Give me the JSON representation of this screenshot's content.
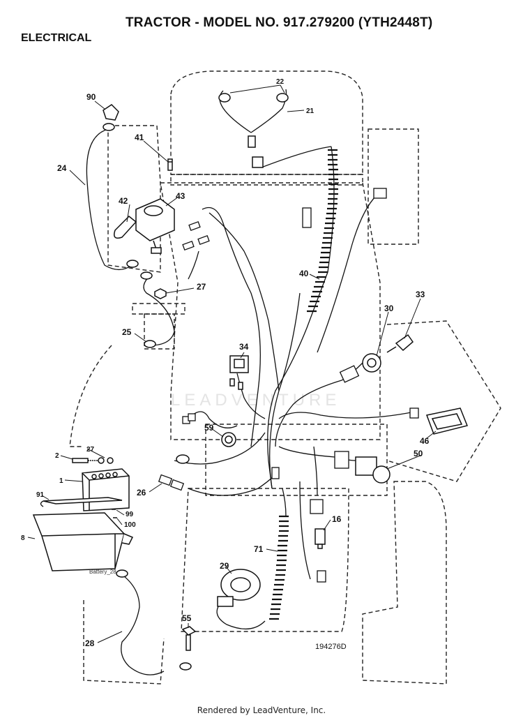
{
  "header": {
    "title": "TRACTOR - MODEL NO. 917.279200 (YTH2448T)",
    "section": "ELECTRICAL"
  },
  "watermark": "LEADVENTURE",
  "drawing_number": "194276D",
  "battery_note": "Battery_28",
  "footer": "Rendered by LeadVenture, Inc.",
  "callouts": {
    "c90": "90",
    "c24": "24",
    "c41": "41",
    "c42": "42",
    "c43": "43",
    "c27a": "27",
    "c25": "25",
    "c22": "22",
    "c21": "21",
    "c40": "40",
    "c34": "34",
    "c30": "30",
    "c33": "33",
    "c59": "59",
    "c46": "46",
    "c50": "50",
    "c2": "2",
    "c27b": "27",
    "c1": "1",
    "c91": "91",
    "c99": "99",
    "c100": "100",
    "c8": "8",
    "c26": "26",
    "c16": "16",
    "c71": "71",
    "c29": "29",
    "c55": "55",
    "c28": "28"
  }
}
